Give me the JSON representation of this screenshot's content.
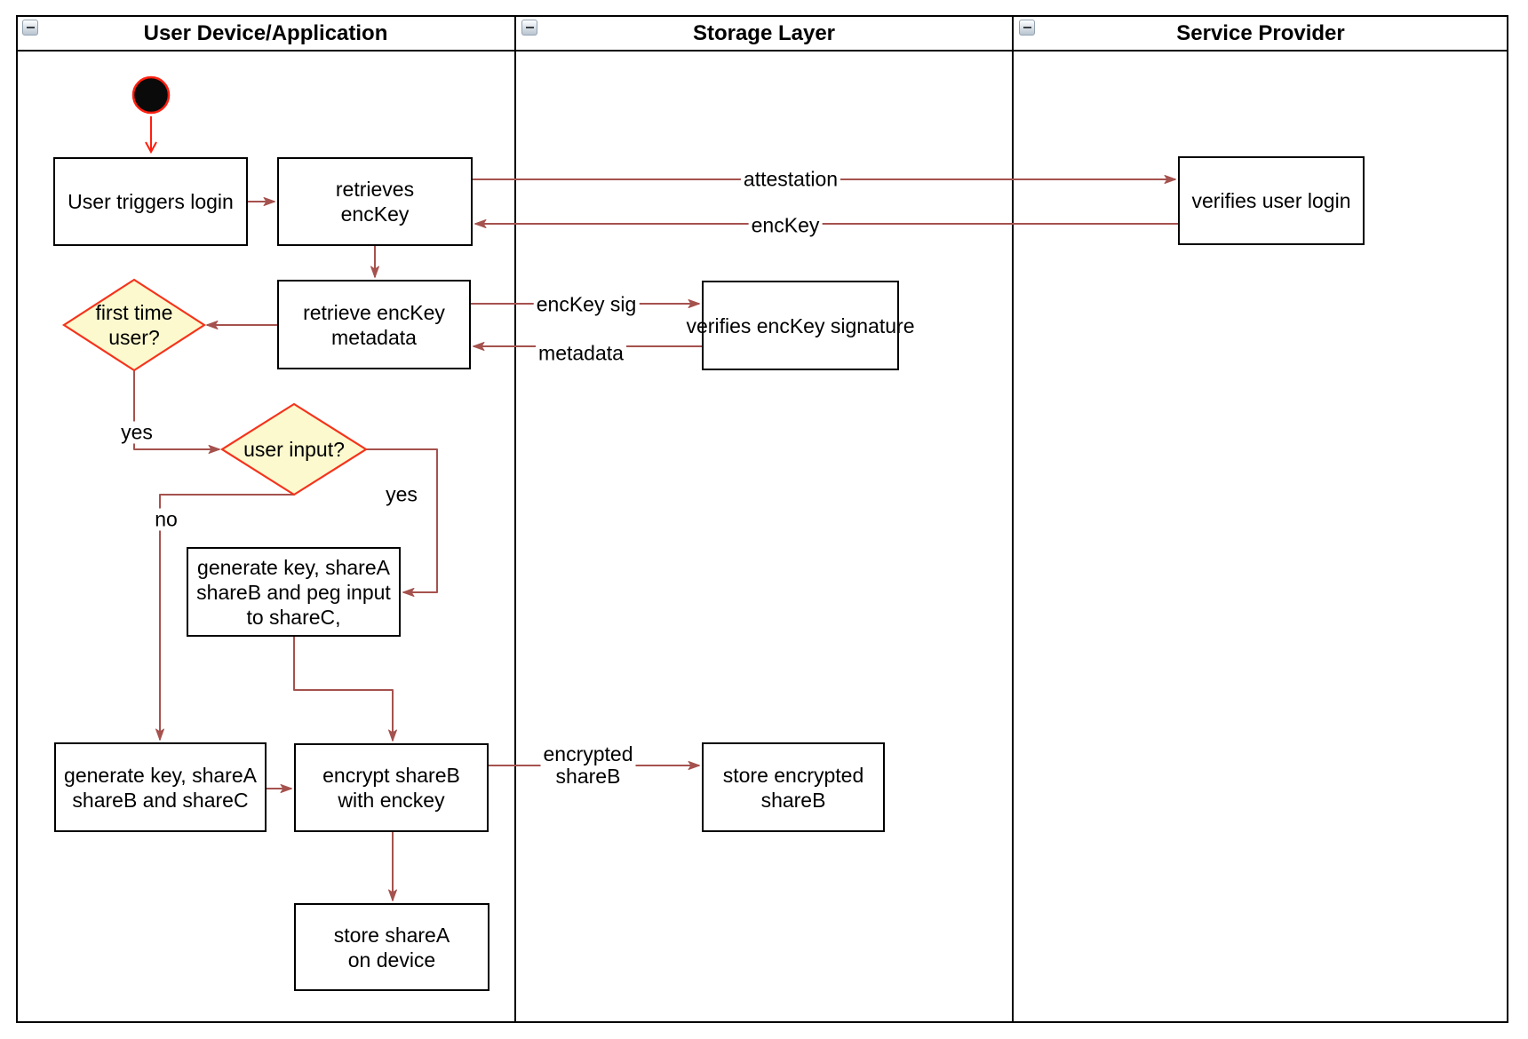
{
  "lanes": [
    {
      "title": "User Device/Application"
    },
    {
      "title": "Storage Layer"
    },
    {
      "title": "Service Provider"
    }
  ],
  "nodes": {
    "start": {
      "type": "initial-node"
    },
    "user_triggers_login": {
      "label": "User triggers login"
    },
    "retrieves_enckey": {
      "lines": [
        "retrieves",
        "encKey"
      ]
    },
    "verifies_user_login": {
      "label": "verifies user login"
    },
    "retrieve_enckey_metadata": {
      "lines": [
        "retrieve encKey",
        "metadata"
      ]
    },
    "verifies_enckey_signature": {
      "label": "verifies encKey signature"
    },
    "first_time_user": {
      "lines": [
        "first time",
        "user?"
      ]
    },
    "user_input": {
      "label": "user input?"
    },
    "generate_key_peg": {
      "lines": [
        "generate key, shareA",
        "shareB and peg input",
        "to shareC,"
      ]
    },
    "generate_key_shares": {
      "lines": [
        "generate key, shareA",
        "shareB and shareC"
      ]
    },
    "encrypt_shareb": {
      "lines": [
        "encrypt shareB",
        "with enckey"
      ]
    },
    "store_encrypted_shareb": {
      "lines": [
        "store encrypted",
        "shareB"
      ]
    },
    "store_sharea": {
      "lines": [
        "store shareA",
        "on device"
      ]
    }
  },
  "edge_labels": {
    "attestation": "attestation",
    "enckey": "encKey",
    "enckey_sig": "encKey sig",
    "metadata": "metadata",
    "yes_first_time": "yes",
    "yes_user_input": "yes",
    "no_user_input": "no",
    "encrypted_shareb": [
      "encrypted",
      "shareB"
    ]
  },
  "colors": {
    "edge": "#a5524e",
    "start_arrow": "#ff1f10",
    "node_border": "#000000",
    "decision_fill": "#fbf9cd",
    "decision_border": "#f5331c"
  }
}
